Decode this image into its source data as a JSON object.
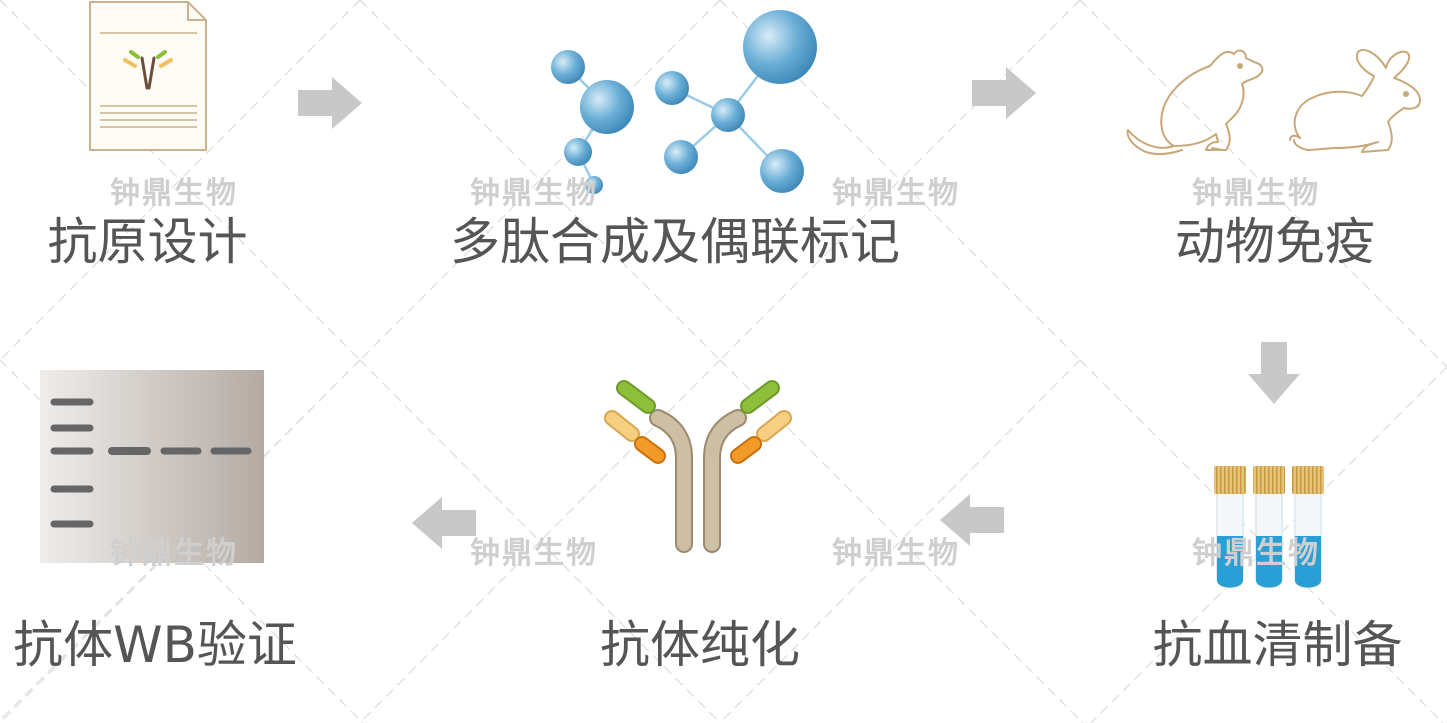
{
  "steps": [
    {
      "label": "抗原设计",
      "icon": "antigen-document-icon"
    },
    {
      "label": "多肽合成及偶联标记",
      "icon": "peptide-molecule-icon"
    },
    {
      "label": "动物免疫",
      "icon": "animals-icon"
    },
    {
      "label": "抗血清制备",
      "icon": "serum-tubes-icon"
    },
    {
      "label": "抗体纯化",
      "icon": "antibody-icon"
    },
    {
      "label": "抗体WB验证",
      "icon": "western-blot-icon"
    }
  ],
  "watermark": "钟鼎生物",
  "colors": {
    "label": "#555555",
    "arrow": "#c8c8c8",
    "molecule": "#6aaed6",
    "line_art": "#c8a878",
    "serum": "#2a9fd6"
  }
}
